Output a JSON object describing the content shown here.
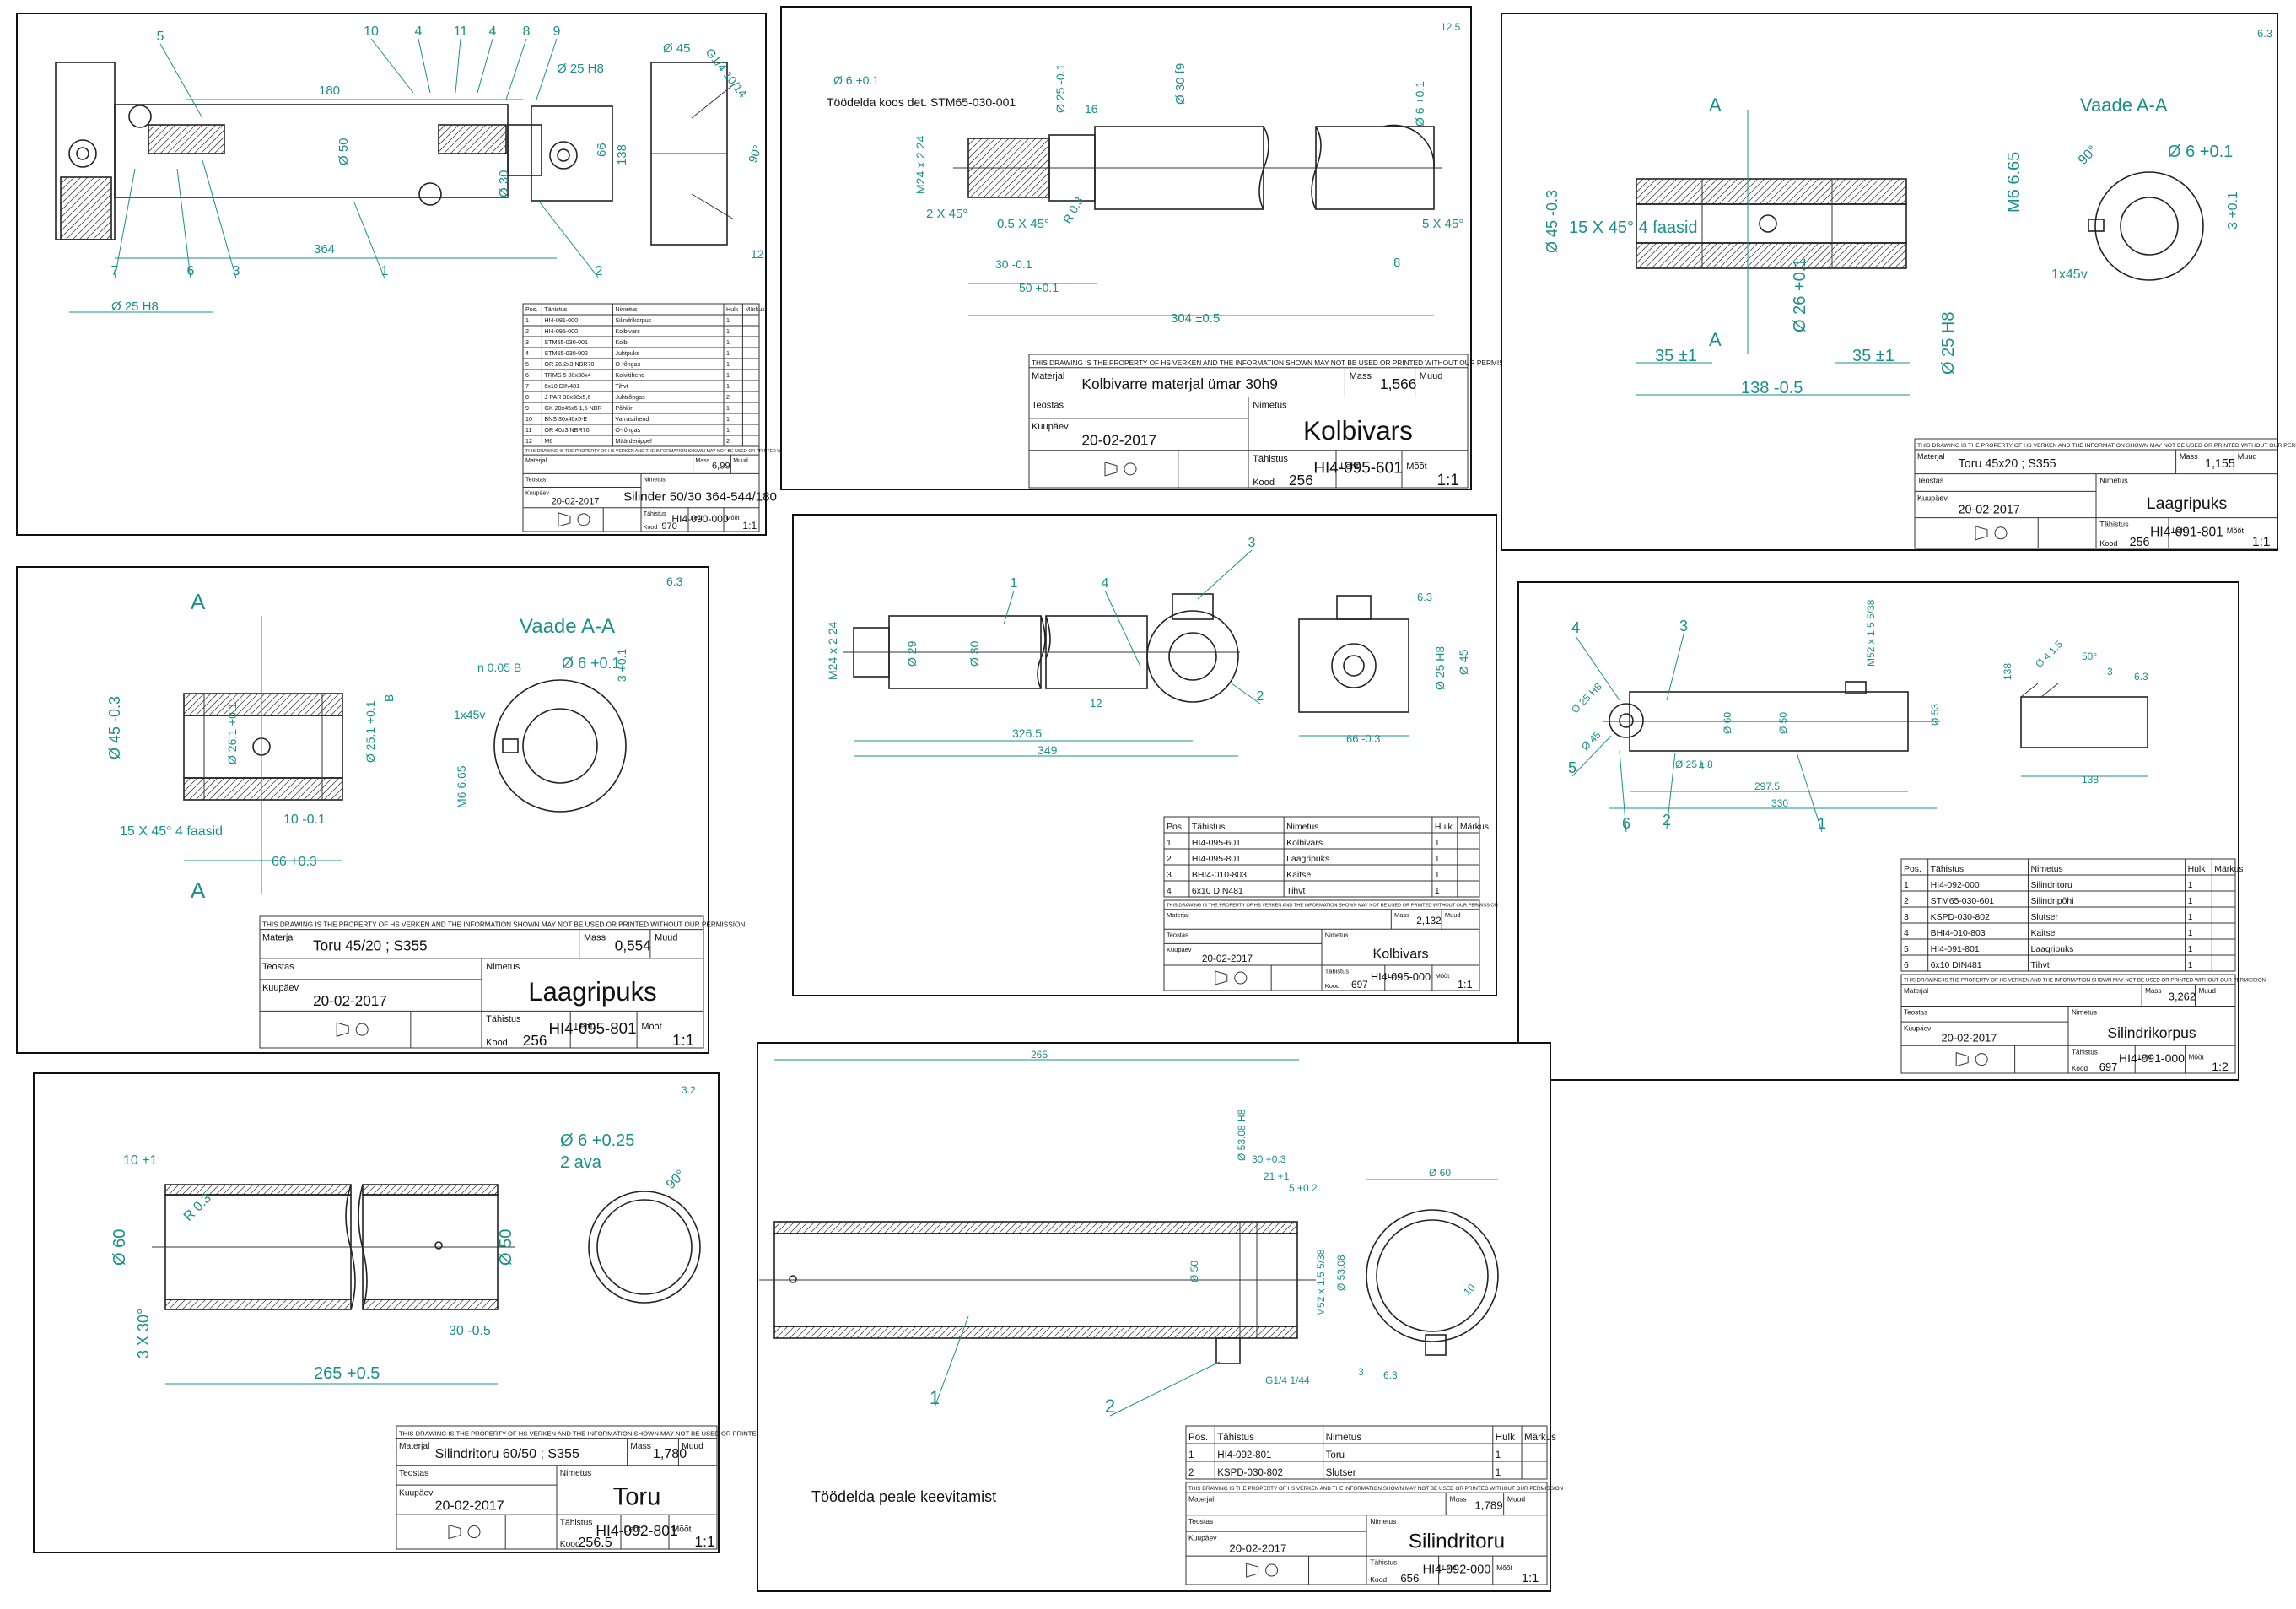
{
  "sheets": [
    {
      "id": "sheet-cylinder-assembly",
      "title": {
        "material": "",
        "mass": "6,99",
        "teostas": "",
        "kuupaev": "20-02-2017",
        "nimetus": "Silinder 50/30 364-544/180",
        "tahistus": "HI4-090-000",
        "kood": "970",
        "leht": "",
        "mk": "1:1"
      },
      "parts": [
        [
          "1",
          "HI4-091-000",
          "Silindrikorpus",
          "1",
          ""
        ],
        [
          "2",
          "HI4-095-000",
          "Kolbivars",
          "1",
          ""
        ],
        [
          "3",
          "STM65-030-001",
          "Kolb",
          "1",
          ""
        ],
        [
          "4",
          "STM65-030-002",
          "Juhtpuks",
          "1",
          ""
        ],
        [
          "5",
          "OR 26.2x3 NBR70",
          "O-rõngas",
          "1",
          ""
        ],
        [
          "6",
          "TRMS 5 30x38x4",
          "Kolvitihend",
          "1",
          ""
        ],
        [
          "7",
          "6x10 DIN481",
          "Tihvt",
          "1",
          ""
        ],
        [
          "8",
          "J-PAR 30x38x5,6",
          "Juhtrõngas",
          "2",
          ""
        ],
        [
          "9",
          "GK 20x45x5 1,5 NBR",
          "Põhkiri",
          "1",
          ""
        ],
        [
          "10",
          "BNS 30x40x5-E",
          "Varrastihend",
          "1",
          ""
        ],
        [
          "11",
          "OR 40x3 NBR70",
          "O-rõngas",
          "1",
          ""
        ],
        [
          "12",
          "M6",
          "Määrdenippel",
          "2",
          ""
        ]
      ],
      "dims": [
        "180",
        "Ø 50",
        "Ø 30",
        "364",
        "Ø 25 H8",
        "Ø 25 H8",
        "Ø 45",
        "66",
        "138",
        "G1/4 10/14",
        "90°",
        "12"
      ],
      "callouts": [
        "10",
        "4",
        "11",
        "4",
        "8",
        "9",
        "5",
        "7",
        "6",
        "3",
        "1",
        "2"
      ]
    },
    {
      "id": "sheet-piston-rod-part",
      "note": "Töödelda koos det. STM65-030-001",
      "title": {
        "material": "Kolbivarre materjal ümar 30h9",
        "mass": "1,566",
        "teostas": "",
        "kuupaev": "20-02-2017",
        "nimetus": "Kolbivars",
        "tahistus": "HI4-095-601",
        "kood": "256",
        "leht": "",
        "mk": "1:1"
      },
      "dims": [
        "Ø 6 +0.1",
        "Ø 25 -0.1",
        "16",
        "Ø 30 f9",
        "Ø 6 +0.1",
        "M24 x 2 24",
        "2 X 45°",
        "0.5 X 45°",
        "R 0.3",
        "30 -0.1",
        "50 +0.1",
        "304 ±0.5",
        "5 X 45°",
        "8",
        "12.5"
      ],
      "callouts": []
    },
    {
      "id": "sheet-bearing-bush-1",
      "title": {
        "material": "Toru 45x20 ; S355",
        "mass": "1,155",
        "teostas": "",
        "kuupaev": "20-02-2017",
        "nimetus": "Laagripuks",
        "tahistus": "HI4-091-801",
        "kood": "256",
        "leht": "",
        "mk": "1:1"
      },
      "labels": [
        "A",
        "A",
        "Vaade A-A",
        "6.3"
      ],
      "dims": [
        "Ø 45 -0.3",
        "15 X 45° 4 faasid",
        "35 ±1",
        "35 ±1",
        "138 -0.5",
        "Ø 26 +0.1",
        "Ø 25 H8",
        "M6 6.65",
        "Ø 6 +0.1",
        "3 +0.1",
        "1x45v",
        "90°"
      ],
      "callouts": []
    },
    {
      "id": "sheet-bearing-bush-2",
      "title": {
        "material": "Toru 45/20 ; S355",
        "mass": "0,554",
        "teostas": "",
        "kuupaev": "20-02-2017",
        "nimetus": "Laagripuks",
        "tahistus": "HI4-095-801",
        "kood": "256",
        "leht": "",
        "mk": "1:1"
      },
      "labels": [
        "A",
        "A",
        "Vaade A-A",
        "6.3"
      ],
      "dims": [
        "Ø 45 -0.3",
        "Ø 26.1 +0.1",
        "Ø 25.1 +0.1",
        "15 X 45° 4 faasid",
        "10 -0.1",
        "66 +0.3",
        "n 0.05 B",
        "Ø 6 +0.1",
        "3 +0.1",
        "1x45v",
        "M6 6.65",
        "B"
      ],
      "callouts": []
    },
    {
      "id": "sheet-piston-rod-assembly",
      "parts": [
        [
          "1",
          "HI4-095-601",
          "Kolbivars",
          "1",
          ""
        ],
        [
          "2",
          "HI4-095-801",
          "Laagripuks",
          "1",
          ""
        ],
        [
          "3",
          "BHI4-010-803",
          "Kaitse",
          "1",
          ""
        ],
        [
          "4",
          "6x10 DIN481",
          "Tihvt",
          "1",
          ""
        ]
      ],
      "title": {
        "material": "",
        "mass": "2,132",
        "teostas": "",
        "kuupaev": "20-02-2017",
        "nimetus": "Kolbivars",
        "tahistus": "HI4-095-000",
        "kood": "697",
        "leht": "",
        "mk": "1:1"
      },
      "dims": [
        "M24 x 2 24",
        "Ø 29",
        "Ø 30",
        "326.5",
        "349",
        "Ø 25 H8",
        "Ø 45",
        "66 -0.3",
        "12",
        "6.3"
      ],
      "callouts": [
        "1",
        "4",
        "3",
        "2"
      ]
    },
    {
      "id": "sheet-cylinder-body",
      "parts": [
        [
          "1",
          "HI4-092-000",
          "Silindritoru",
          "1",
          ""
        ],
        [
          "2",
          "STM65-030-601",
          "Silindripõhi",
          "1",
          ""
        ],
        [
          "3",
          "KSPD-030-802",
          "Slutser",
          "1",
          ""
        ],
        [
          "4",
          "BHI4-010-803",
          "Kaitse",
          "1",
          ""
        ],
        [
          "5",
          "HI4-091-801",
          "Laagripuks",
          "1",
          ""
        ],
        [
          "6",
          "6x10 DIN481",
          "Tihvt",
          "1",
          ""
        ]
      ],
      "title": {
        "material": "",
        "mass": "3,262",
        "teostas": "",
        "kuupaev": "20-02-2017",
        "nimetus": "Silindrikorpus",
        "tahistus": "HI4-091-000",
        "kood": "697",
        "leht": "",
        "mk": "1:2"
      },
      "dims": [
        "M52 x 1.5 5/38",
        "Ø 60",
        "Ø 50",
        "Ø 53",
        "297.5",
        "330",
        "138",
        "Ø 25 H8",
        "Ø 45",
        "Ø 25 H8",
        "4",
        "138",
        "Ø 4 1.5",
        "50°",
        "3",
        "6.3"
      ],
      "callouts": [
        "4",
        "3",
        "5",
        "6",
        "2",
        "1"
      ]
    },
    {
      "id": "sheet-tube-part",
      "title": {
        "material": "Silindritoru 60/50 ; S355",
        "mass": "1,780",
        "teostas": "",
        "kuupaev": "20-02-2017",
        "nimetus": "Toru",
        "tahistus": "HI4-092-801",
        "kood": "256.5",
        "leht": "",
        "mk": "1:1"
      },
      "dims": [
        "10 +1",
        "R 0.3",
        "Ø 60",
        "Ø 50",
        "3 X 30°",
        "265 +0.5",
        "30 -0.5",
        "Ø 6 +0.25",
        "2 ava",
        "90°",
        "3.2"
      ],
      "callouts": []
    },
    {
      "id": "sheet-cylinder-tube-assembly",
      "note": "Töödelda peale keevitamist",
      "parts": [
        [
          "1",
          "HI4-092-801",
          "Toru",
          "1",
          ""
        ],
        [
          "2",
          "KSPD-030-802",
          "Slutser",
          "1",
          ""
        ]
      ],
      "title": {
        "material": "",
        "mass": "1,789",
        "teostas": "",
        "kuupaev": "20-02-2017",
        "nimetus": "Silindritoru",
        "tahistus": "HI4-092-000",
        "kood": "656",
        "leht": "",
        "mk": "1:1"
      },
      "dims": [
        "265",
        "Ø 53.08 H8",
        "30 +0.3",
        "21 +1",
        "5 +0.2",
        "Ø 50",
        "Ø 53.08",
        "M52 x 1.5 5/38",
        "Ø 60",
        "G1/4 1/44",
        "3",
        "6.3",
        "10"
      ],
      "callouts": [
        "1",
        "2"
      ]
    }
  ],
  "titleblock_labels": {
    "notice": "THIS DRAWING IS THE PROPERTY OF HS VERKEN AND THE INFORMATION SHOWN MAY NOT BE USED OR PRINTED WITHOUT OUR PERMISSION",
    "material": "Materjal",
    "mass": "Mass",
    "muud": "Muud",
    "teostas": "Teostas",
    "kuupaev": "Kuupäev",
    "nimetus": "Nimetus",
    "tahistus": "Tähistus",
    "kood": "Kood",
    "leht": "Leht",
    "mk": "Mõõt"
  },
  "parts_header": [
    "Pos.",
    "Tähistus",
    "Nimetus",
    "Hulk",
    "Märkus"
  ],
  "colors": {
    "dimension": "#1a8f8a",
    "line": "#222222",
    "frame": "#111111"
  }
}
